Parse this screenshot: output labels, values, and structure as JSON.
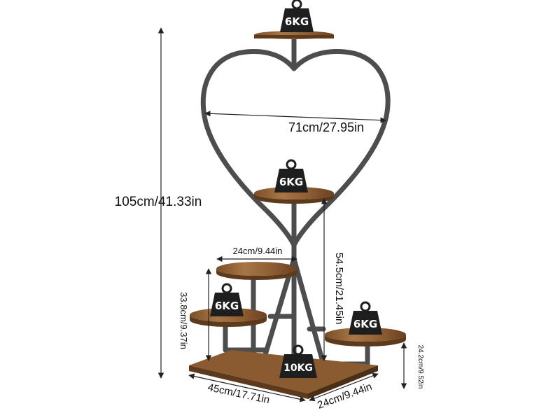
{
  "dimensions": {
    "total_height": "105cm/41.33in",
    "heart_width": "71cm/27.95in",
    "mid_shelf_height": "54.5cm/21.45in",
    "top_shelf_diameter": "24cm/9.44in",
    "left_shelf_height": "33.8cm/9.37in",
    "right_shelf_height": "24.2cm/9.52in",
    "base_width": "45cm/17.71in",
    "base_depth": "24cm/9.44in"
  },
  "weights": {
    "top": "6KG",
    "middle": "6KG",
    "left": "6KG",
    "right": "6KG",
    "base": "10KG"
  },
  "colors": {
    "frame": "#4a4a4a",
    "wood": "#9a6a3c",
    "wood_dark": "#6e4524",
    "weight_badge": "#1e1e1e",
    "dimension_line": "#222222"
  }
}
